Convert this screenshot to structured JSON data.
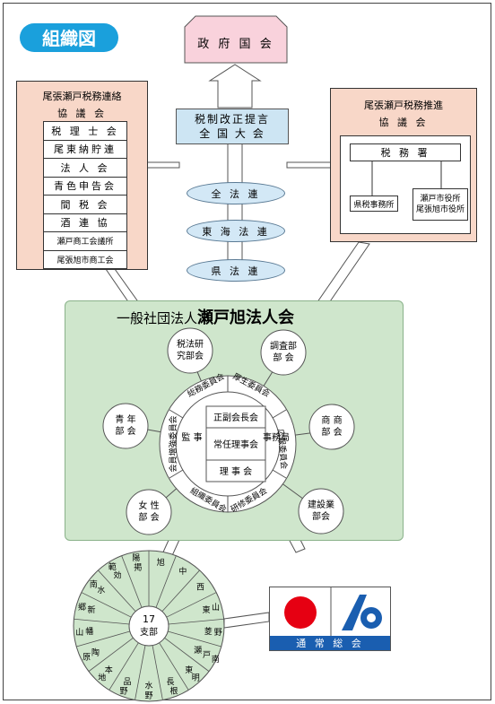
{
  "title": "組織図",
  "government": "政 府 国 会",
  "federation": {
    "line1": "税制改正提言",
    "line2": "全 国 大 会"
  },
  "ovals": [
    "全 法 連",
    "東 海 法 連",
    "県 法 連"
  ],
  "left_council": {
    "title1": "尾張瀬戸税務連絡",
    "title2": "協 議 会",
    "items": [
      "税 理 士 会",
      "尾東納貯連",
      "法 人 会",
      "青色申告会",
      "間 税 会",
      "酒 連 協",
      "瀬戸商工会議所",
      "尾張旭市商工会"
    ]
  },
  "right_council": {
    "title1": "尾張瀬戸税務推進",
    "title2": "協 議 会",
    "tax_office": "税 務 署",
    "prefecture_office": "県税事務所",
    "city_offices1": "瀬戸市役所",
    "city_offices2": "尾張旭市役所"
  },
  "main_org": {
    "prefix": "一般社団法人",
    "name": "瀬戸旭法人会"
  },
  "outer_bubbles": {
    "tax_study": [
      "税法研",
      "究部会"
    ],
    "survey": [
      "調査部",
      "部 会"
    ],
    "youth": [
      "青 年",
      "部 会"
    ],
    "women": [
      "女 性",
      "部 会"
    ],
    "commerce": [
      "商 商",
      "部 会"
    ],
    "construction": [
      "建設業",
      "部会"
    ]
  },
  "ring_committees": [
    "総務委員会",
    "厚生委員会",
    "広報委員会",
    "研修委員会",
    "組織委員会",
    "会員増強委員会"
  ],
  "core": {
    "chair": "正副会長会",
    "audit": "監 事",
    "standing": "常任理事会",
    "secretariat": "事務局",
    "board": "理 事 会"
  },
  "branches": {
    "center_count": "17",
    "center_label": "支部",
    "names": [
      "旭",
      "中",
      "西",
      "東山",
      "菱野",
      "瀬戸南",
      "東明",
      "長根",
      "水野",
      "品野",
      "本地",
      "陶原",
      "幡山",
      "新郷",
      "水南",
      "効範",
      "掲陽"
    ]
  },
  "assembly": "通 常 総 会"
}
